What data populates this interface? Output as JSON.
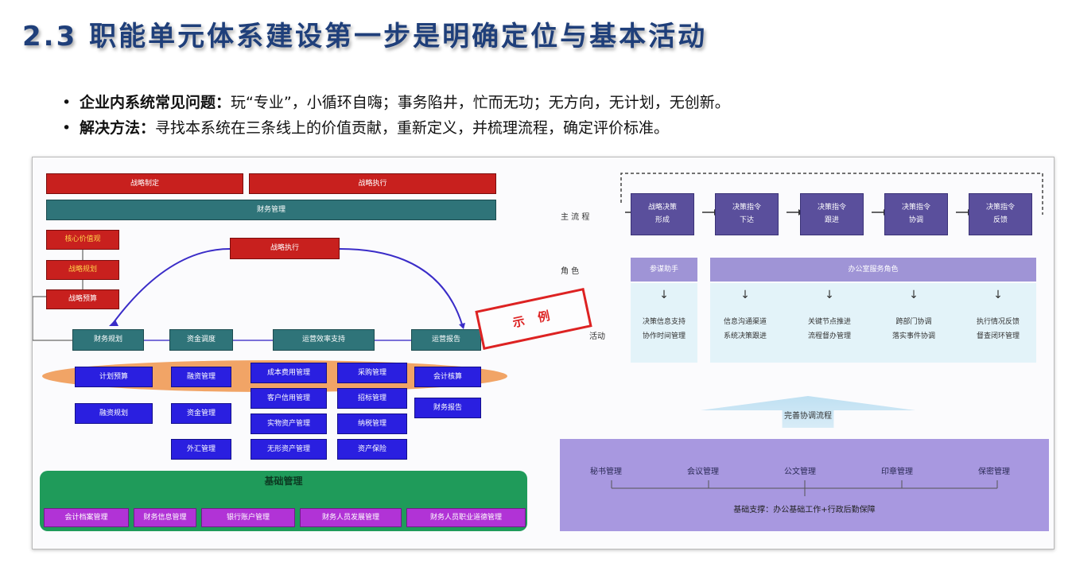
{
  "title": "2.3 职能单元体系建设第一步是明确定位与基本活动",
  "bullets": [
    {
      "bold": "企业内系统常见问题：",
      "text": "玩“专业”，小循环自嗨；事务陷井，忙而无功；无方向，无计划，无创新。"
    },
    {
      "bold": "解决方法：",
      "text": "寻找本系统在三条线上的价值贡献，重新定义，并梳理流程，确定评价标准。"
    }
  ],
  "stamp": "示 例",
  "left_diagram": {
    "top_red": [
      "战略制定",
      "战略执行"
    ],
    "teal_bar": "财务管理",
    "left_red": [
      "核心价值观",
      "战略规划",
      "战略预算"
    ],
    "center_red": "战略执行",
    "teal_row": [
      "财务规划",
      "资金调度",
      "运营效率支持",
      "运营报告"
    ],
    "blue_cols": [
      [
        "计划预算",
        "融资规划"
      ],
      [
        "融资管理",
        "资金管理",
        "外汇管理"
      ],
      [
        "成本费用管理",
        "客户信用管理",
        "实物资产管理",
        "无形资产管理"
      ],
      [
        "采购管理",
        "招标管理",
        "纳税管理",
        "资产保险"
      ],
      [
        "会计核算",
        "财务报告"
      ]
    ],
    "base_title": "基础管理",
    "base_items": [
      "会计档案管理",
      "财务信息管理",
      "银行账户管理",
      "财务人员发展管理",
      "财务人员职业道德管理"
    ]
  },
  "right_diagram": {
    "main_flow_label": "主 流 程",
    "role_label": "角  色",
    "activity_label": "活动",
    "flow_boxes": [
      [
        "战略决策",
        "形成"
      ],
      [
        "决策指令",
        "下达"
      ],
      [
        "决策指令",
        "跟进"
      ],
      [
        "决策指令",
        "协调"
      ],
      [
        "决策指令",
        "反馈"
      ]
    ],
    "role_small": "参谋助手",
    "role_big": "办公室服务角色",
    "activities": [
      [
        "决策信息支持",
        "协作时间管理"
      ],
      [
        "信息沟通渠道",
        "系统决策跟进"
      ],
      [
        "关键节点推进",
        "流程督办管理"
      ],
      [
        "跨部门协调",
        "落实事件协调"
      ],
      [
        "执行情况反馈",
        "督查闭环管理"
      ]
    ],
    "arrow_text": "完善协调流程",
    "support_items": [
      "秘书管理",
      "会议管理",
      "公文管理",
      "印章管理",
      "保密管理"
    ],
    "support_caption": "基础支撑：办公基础工作+行政后勤保障"
  },
  "colors": {
    "title": "#1f3f7a",
    "red": "#c8201e",
    "teal": "#2f7479",
    "blue": "#2a1fe0",
    "orange": "#f09a55",
    "green": "#1f9b5a",
    "magenta": "#b133d6",
    "flow_purple": "#5a4f9c",
    "support_purple": "#a898e0",
    "light_cyan": "#e3f3f9",
    "stamp": "#dd2222"
  }
}
